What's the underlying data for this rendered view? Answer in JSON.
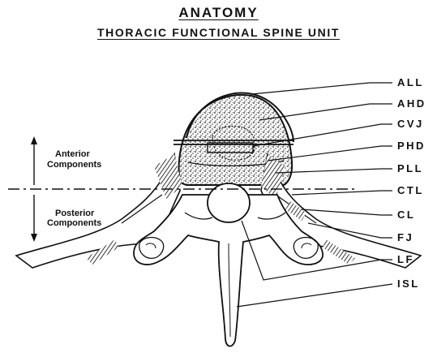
{
  "header": {
    "title": "ANATOMY",
    "subtitle": "THORACIC FUNCTIONAL SPINE UNIT"
  },
  "components": {
    "anterior_line1": "Anterior",
    "anterior_line2": "Components",
    "posterior_line1": "Posterior",
    "posterior_line2": "Components"
  },
  "labels": [
    {
      "id": "all",
      "text": "ALL"
    },
    {
      "id": "ahd",
      "text": "AHD"
    },
    {
      "id": "cvj",
      "text": "CVJ"
    },
    {
      "id": "phd",
      "text": "PHD"
    },
    {
      "id": "pll",
      "text": "PLL"
    },
    {
      "id": "ctl",
      "text": "CTL"
    },
    {
      "id": "cl",
      "text": "CL"
    },
    {
      "id": "fj",
      "text": "FJ"
    },
    {
      "id": "lf",
      "text": "LF"
    },
    {
      "id": "isl",
      "text": "ISL"
    }
  ],
  "colors": {
    "ink": "#111111",
    "shading": "#555555",
    "background": "#ffffff"
  }
}
